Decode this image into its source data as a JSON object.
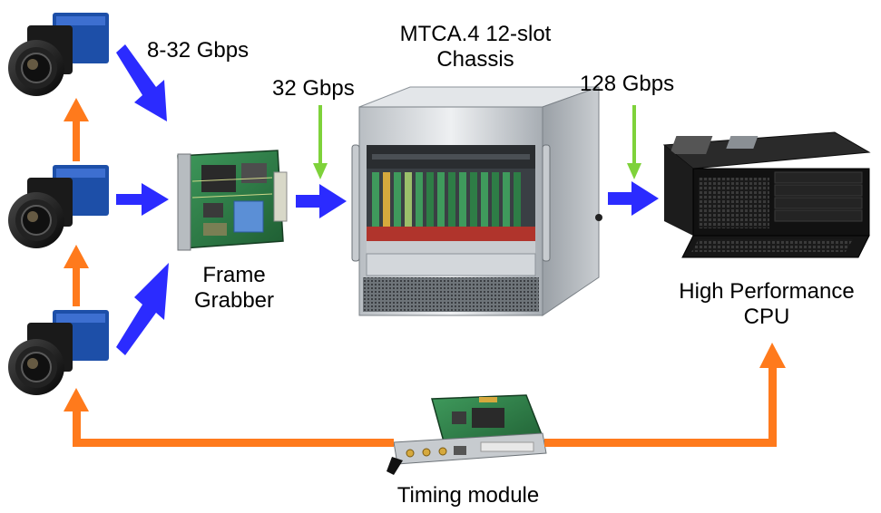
{
  "labels": {
    "rate_cameras": "8-32 Gbps",
    "rate_chassis_in": "32 Gbps",
    "chassis_line1": "MTCA.4 12-slot",
    "chassis_line2": "Chassis",
    "rate_cpu": "128 Gbps",
    "frame_line1": "Frame",
    "frame_line2": "Grabber",
    "cpu_line1": "High Performance",
    "cpu_line2": "CPU",
    "timing": "Timing module"
  },
  "colors": {
    "data_arrow": "#2b2bff",
    "sync_arrow": "#ff7a1c",
    "input_arrow": "#7ed23a",
    "metal_light": "#d9dde1",
    "metal_dark": "#8b9298",
    "pcb_green": "#2e7d46",
    "camera_blue": "#1d4fa8",
    "black": "#111111"
  },
  "icons": {
    "camera": "camera-icon",
    "frame_grabber": "frame-grabber-board-icon",
    "chassis": "mtca-chassis-icon",
    "cpu": "server-cpu-icon",
    "timing": "timing-module-board-icon"
  }
}
